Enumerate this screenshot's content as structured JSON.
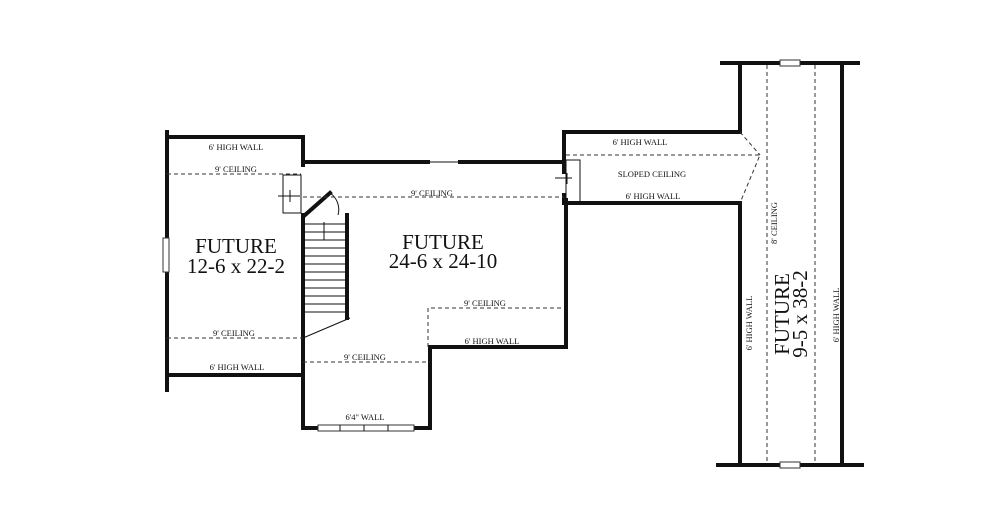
{
  "rooms": [
    {
      "name": "FUTURE",
      "size": "12-6 x 22-2"
    },
    {
      "name": "FUTURE",
      "size": "24-6 x 24-10"
    },
    {
      "name": "FUTURE",
      "size": "9-5 x 38-2"
    }
  ],
  "labels": {
    "left_top_wall": "6' HIGH WALL",
    "left_top_ceiling": "9' CEILING",
    "left_bottom_ceiling": "9' CEILING",
    "left_bottom_wall": "6' HIGH WALL",
    "mid_top_ceiling": "9' CEILING",
    "mid_right_ceiling": "9' CEILING",
    "mid_right_wall": "6' HIGH WALL",
    "mid_bottom_ceiling": "9' CEILING",
    "mid_bottom_wall": "6'4\" WALL",
    "pass_top_wall": "6' HIGH WALL",
    "pass_sloped": "SLOPED CEILING",
    "pass_bottom_wall": "6' HIGH WALL",
    "right_ceiling": "8' CEILING",
    "right_left_wall": "6' HIGH WALL",
    "right_right_wall": "6' HIGH WALL"
  }
}
